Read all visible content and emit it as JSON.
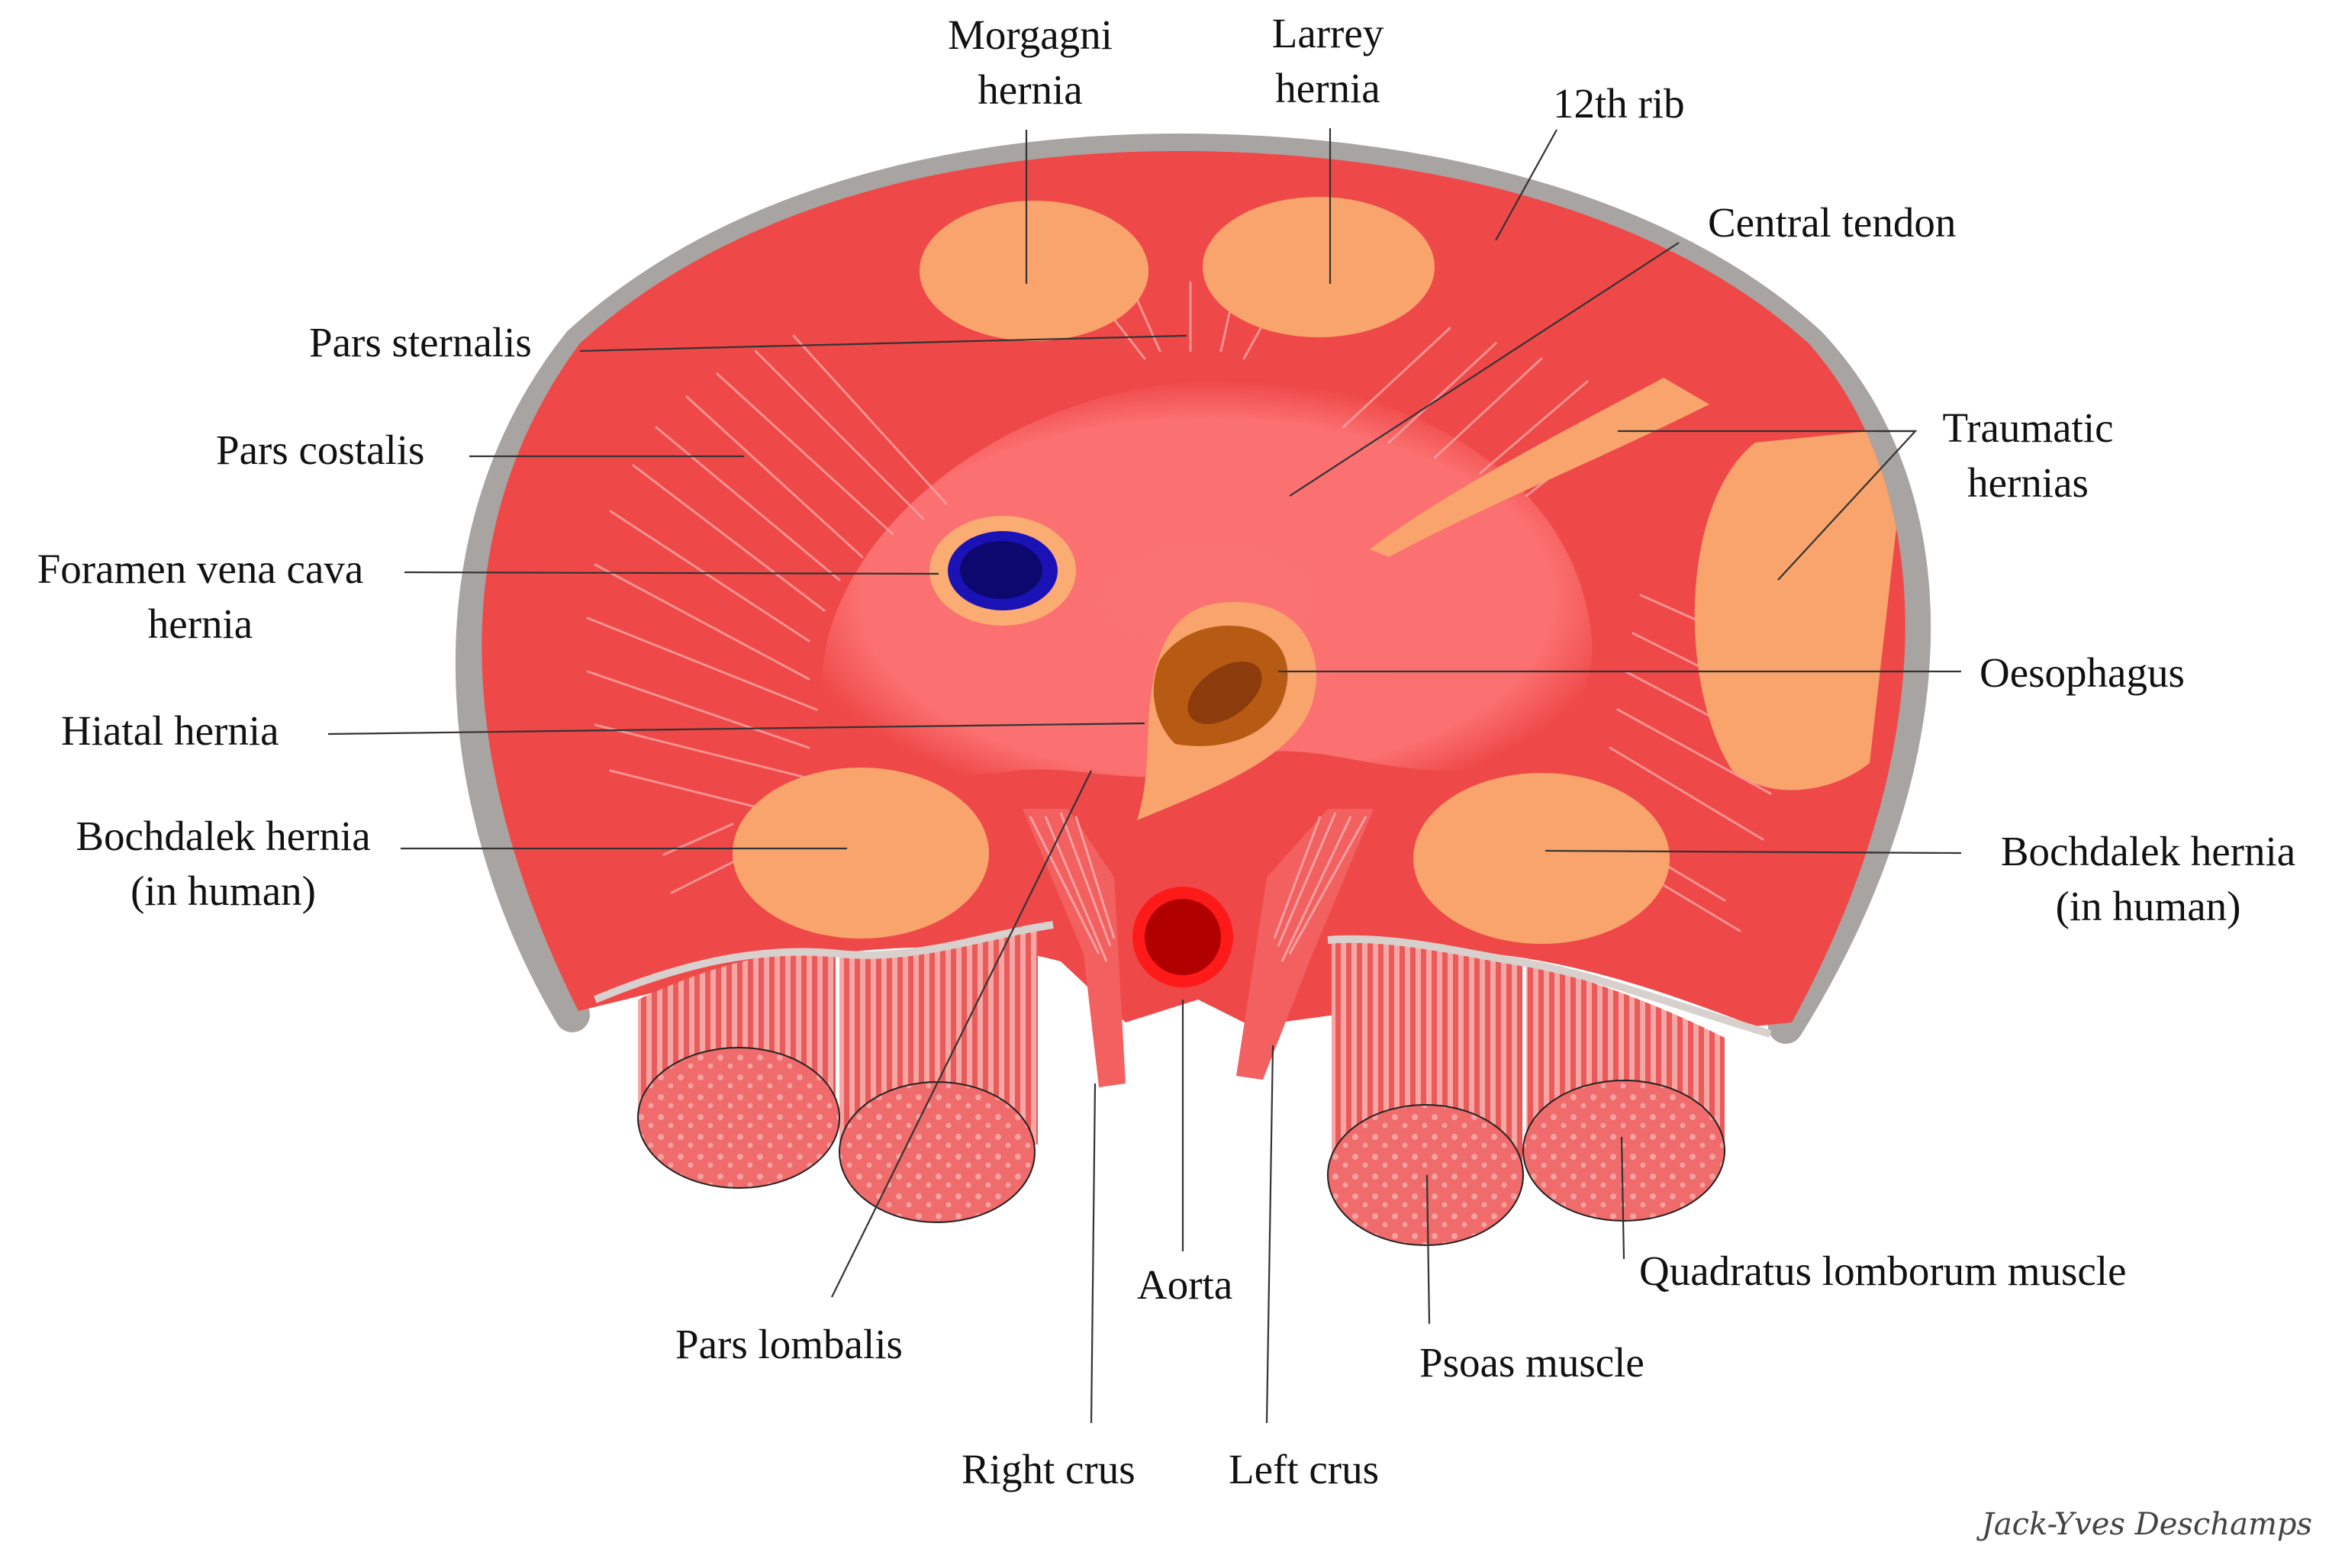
{
  "labels": {
    "morgagni": "Morgagni\nhernia",
    "larrey": "Larrey\nhernia",
    "rib12": "12th rib",
    "central_tendon": "Central tendon",
    "pars_sternalis": "Pars sternalis",
    "pars_costalis": "Pars costalis",
    "foramen_vena_cava": "Foramen vena cava\nhernia",
    "hiatal_hernia": "Hiatal hernia",
    "bochdalek_left": "Bochdalek hernia\n(in human)",
    "traumatic": "Traumatic\nhernias",
    "oesophagus": "Oesophagus",
    "bochdalek_right": "Bochdalek hernia\n(in human)",
    "quadratus": "Quadratus lomborum muscle",
    "psoas": "Psoas muscle",
    "aorta": "Aorta",
    "pars_lombalis": "Pars lombalis",
    "right_crus": "Right crus",
    "left_crus": "Left crus"
  },
  "signature": "Jack-Yves Deschamps",
  "colors": {
    "rib": "#a8a4a2",
    "muscle": "#ef4848",
    "tendon": "#fb7070",
    "hernia": "#f9a46c",
    "vena_cava_ring": "#fbac73",
    "vena_cava_blue": "#1a12b5",
    "vena_cava_center": "#0d0870",
    "oesophagus_outer": "#b75b14",
    "oesophagus_inner": "#8c3c0c",
    "aorta_outer": "#ff1a1a",
    "aorta_inner": "#b00000",
    "psoas_end": "#f26d6d",
    "psoas_side": "#f4a9a6",
    "crus": "#f36060"
  }
}
